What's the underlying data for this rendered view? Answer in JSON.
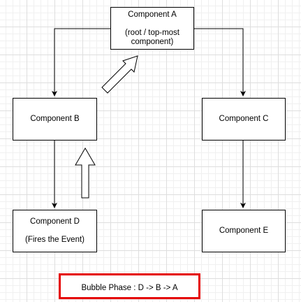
{
  "nodes": {
    "a": {
      "title": "Component A",
      "subtitle": "(root / top-most component)"
    },
    "b": {
      "title": "Component B"
    },
    "c": {
      "title": "Component C"
    },
    "d": {
      "title": "Component D",
      "subtitle": "(Fires the Event)"
    },
    "e": {
      "title": "Component E"
    }
  },
  "phase_label": "Bubble Phase : D -> B -> A"
}
